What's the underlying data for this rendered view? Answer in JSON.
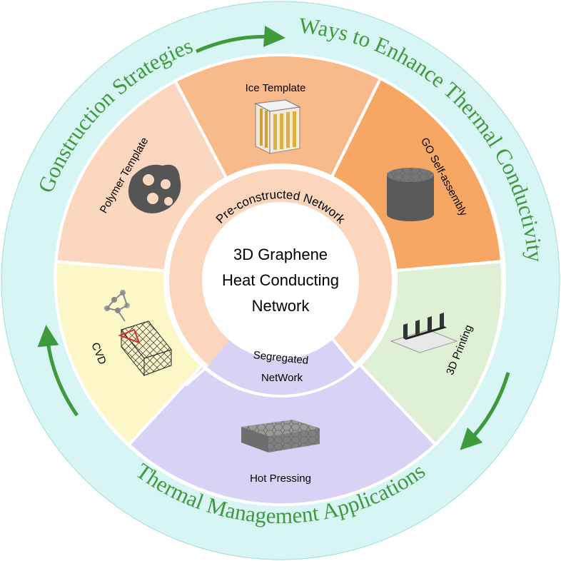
{
  "outer_labels": {
    "top_right": "Ways to Enhance Thermal Conductivity",
    "top_left": "Gonstruction Strategies",
    "bottom": "Thermal Management Applications"
  },
  "segments": {
    "ice_template": "Ice Template",
    "go_self_assembly": "GO Self-assembly",
    "printing_3d": "3D Printing",
    "hot_pressing": "Hot Pressing",
    "cvd": "CVD",
    "polymer_template": "Polymer Template"
  },
  "inner_ring": {
    "pre_constructed": "Pre-constructed Network",
    "segregated_line1": "Segregated",
    "segregated_line2": "NetWork"
  },
  "center": {
    "line1": "3D Graphene",
    "line2": "Heat Conducting",
    "line3": "Network"
  },
  "colors": {
    "outer_ring": "#d7f5f4",
    "ice_template": "#f8b98b",
    "go_self_assembly": "#f6a764",
    "printing_3d": "#dff1d4",
    "hot_pressing": "#d8d2f5",
    "cvd": "#fdf6c6",
    "polymer_template": "#fbd7c0",
    "inner_ring_pre": "#fbd6bd",
    "inner_ring_segregated": "#d8d2f5",
    "accent_green": "#3f9a3c"
  }
}
